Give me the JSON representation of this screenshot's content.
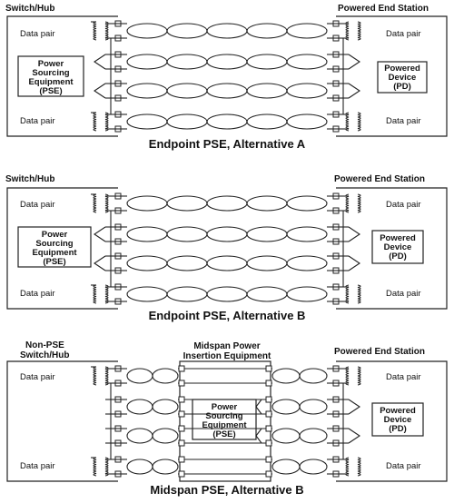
{
  "panels": [
    {
      "left_title": "Switch/Hub",
      "right_title": "Powered End Station",
      "caption": "Endpoint PSE, Alternative A",
      "top_pair_label": "Data pair",
      "bottom_pair_label": "Data pair",
      "right_top_pair_label": "Data pair",
      "right_bottom_pair_label": "Data pair",
      "pse": [
        "Power",
        "Sourcing",
        "Equipment",
        "(PSE)"
      ],
      "pd": [
        "Powered",
        "Device",
        "(PD)"
      ]
    },
    {
      "left_title": "Switch/Hub",
      "right_title": "Powered End Station",
      "caption": "Endpoint PSE, Alternative B",
      "top_pair_label": "Data pair",
      "bottom_pair_label": "Data pair",
      "right_top_pair_label": "Data pair",
      "right_bottom_pair_label": "Data pair",
      "pse": [
        "Power",
        "Sourcing",
        "Equipment",
        "(PSE)"
      ],
      "pd": [
        "Powered",
        "Device",
        "(PD)"
      ]
    },
    {
      "left_title": "Non-PSE\nSwitch/Hub",
      "left_title_lines": [
        "Non-PSE",
        "Switch/Hub"
      ],
      "middle_title_lines": [
        "Midspan Power",
        "Insertion Equipment"
      ],
      "right_title": "Powered End Station",
      "caption": "Midspan PSE, Alternative B",
      "top_pair_label": "Data pair",
      "bottom_pair_label": "Data pair",
      "right_top_pair_label": "Data pair",
      "right_bottom_pair_label": "Data pair",
      "pse": [
        "Power",
        "Sourcing",
        "Equipment",
        "(PSE)"
      ],
      "pd": [
        "Powered",
        "Device",
        "(PD)"
      ]
    }
  ]
}
